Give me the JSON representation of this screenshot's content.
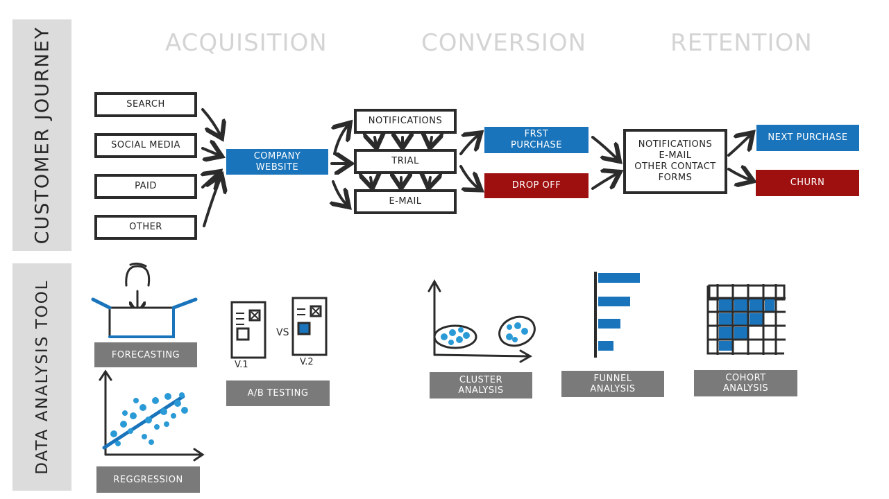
{
  "sections": {
    "journey": "CUSTOMER JOURNEY",
    "tool": "DATA ANALYSIS TOOL"
  },
  "stages": {
    "acquisition": "ACQUISITION",
    "conversion": "CONVERSION",
    "retention": "RETENTION"
  },
  "journey": {
    "channels": [
      "SEARCH",
      "SOCIAL MEDIA",
      "PAID",
      "OTHER"
    ],
    "company_website": [
      "COMPANY",
      "WEBSITE"
    ],
    "nurture": [
      "NOTIFICATIONS",
      "TRIAL",
      "E-MAIL"
    ],
    "first_purchase": [
      "FRST",
      "PURCHASE"
    ],
    "drop_off": "DROP OFF",
    "contact": [
      "NOTIFICATIONS",
      "E-MAIL",
      "OTHER CONTACT",
      "FORMS"
    ],
    "next_purchase": "NEXT PURCHASE",
    "churn": "CHURN"
  },
  "tools": {
    "forecasting": "FORECASTING",
    "regression": "REGGRESSION",
    "ab_testing": "A/B TESTING",
    "cluster": [
      "CLUSTER",
      "ANALYSIS"
    ],
    "funnel": [
      "FUNNEL",
      "ANALYSIS"
    ],
    "cohort": [
      "COHORT",
      "ANALYSIS"
    ],
    "ab_labels": {
      "vs": "VS",
      "v1": "V.1",
      "v2": "V.2"
    }
  },
  "colors": {
    "blue": "#1a74bb",
    "light_blue": "#2a9ad6",
    "red": "#9e0f0f",
    "gray": "#7a7a7a",
    "ink": "#2b2b2b"
  }
}
